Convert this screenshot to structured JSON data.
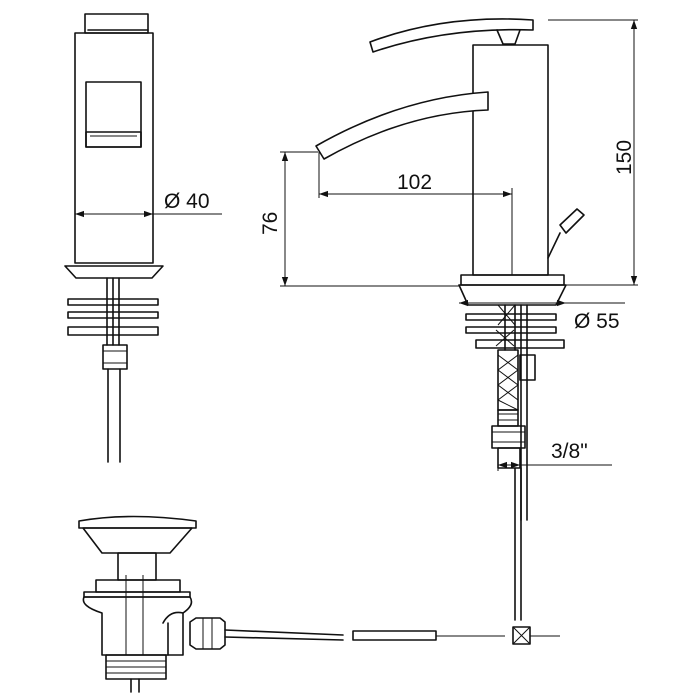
{
  "dimensions": {
    "body_diameter": "Ø 40",
    "spout_reach": "102",
    "spout_height": "76",
    "overall_height": "150",
    "base_diameter": "Ø 55",
    "connection": "3/8\""
  }
}
